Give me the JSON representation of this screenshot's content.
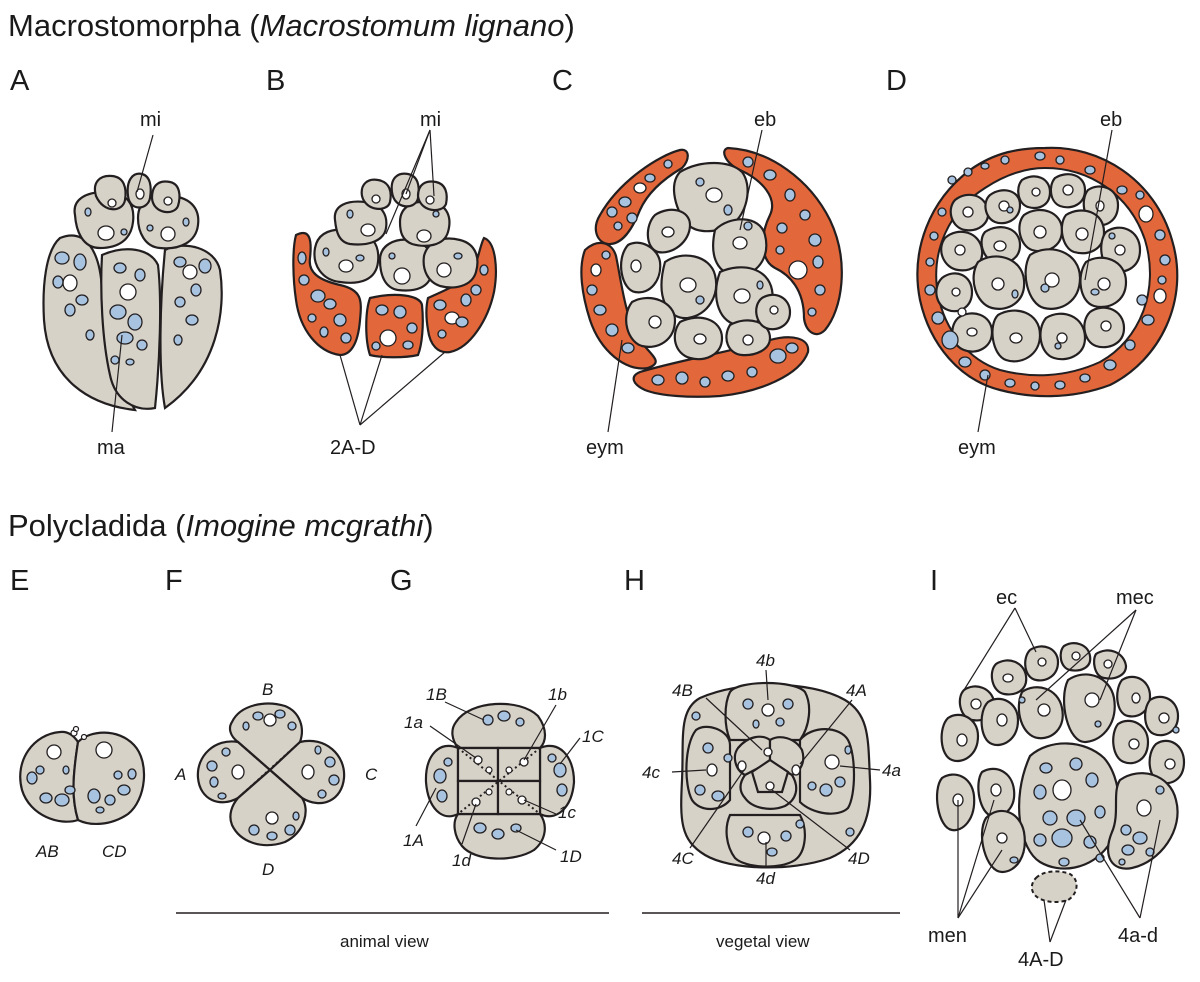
{
  "sections": {
    "top": {
      "prefix": "Macrostomorpha (",
      "species": "Macrostomum lignano",
      "suffix": ")"
    },
    "bottom": {
      "prefix": "Polycladida (",
      "species": "Imogine mcgrathi",
      "suffix": ")"
    }
  },
  "panels": {
    "A": {
      "letter": "A",
      "labels": {
        "mi": "mi",
        "ma": "ma"
      }
    },
    "B": {
      "letter": "B",
      "labels": {
        "mi": "mi",
        "d2": "2A-D"
      }
    },
    "C": {
      "letter": "C",
      "labels": {
        "eb": "eb",
        "eym": "eym"
      }
    },
    "D": {
      "letter": "D",
      "labels": {
        "eb": "eb",
        "eym": "eym"
      }
    },
    "E": {
      "letter": "E",
      "labels": {
        "ab": "AB",
        "cd": "CD"
      }
    },
    "F": {
      "letter": "F",
      "labels": {
        "a": "A",
        "b": "B",
        "c": "C",
        "d": "D"
      }
    },
    "G": {
      "letter": "G",
      "labels": {
        "B1": "1B",
        "b1": "1b",
        "a1": "1a",
        "C1": "1C",
        "A1": "1A",
        "c1": "1c",
        "d1": "1d",
        "D1": "1D"
      }
    },
    "H": {
      "letter": "H",
      "labels": {
        "b4": "4b",
        "B4": "4B",
        "A4": "4A",
        "c4": "4c",
        "a4": "4a",
        "C4": "4C",
        "D4": "4D",
        "d4": "4d"
      }
    },
    "I": {
      "letter": "I",
      "labels": {
        "ec": "ec",
        "mec": "mec",
        "men": "men",
        "AD4": "4A-D",
        "ad4": "4a-d"
      }
    }
  },
  "views": {
    "animal": "animal view",
    "vegetal": "vegetal view"
  },
  "colors": {
    "cell": "#d7d2c8",
    "endomesoderm": "#e2673a",
    "yolk": "#a8c3df",
    "nucleus": "#ffffff",
    "outline": "#231f20"
  }
}
